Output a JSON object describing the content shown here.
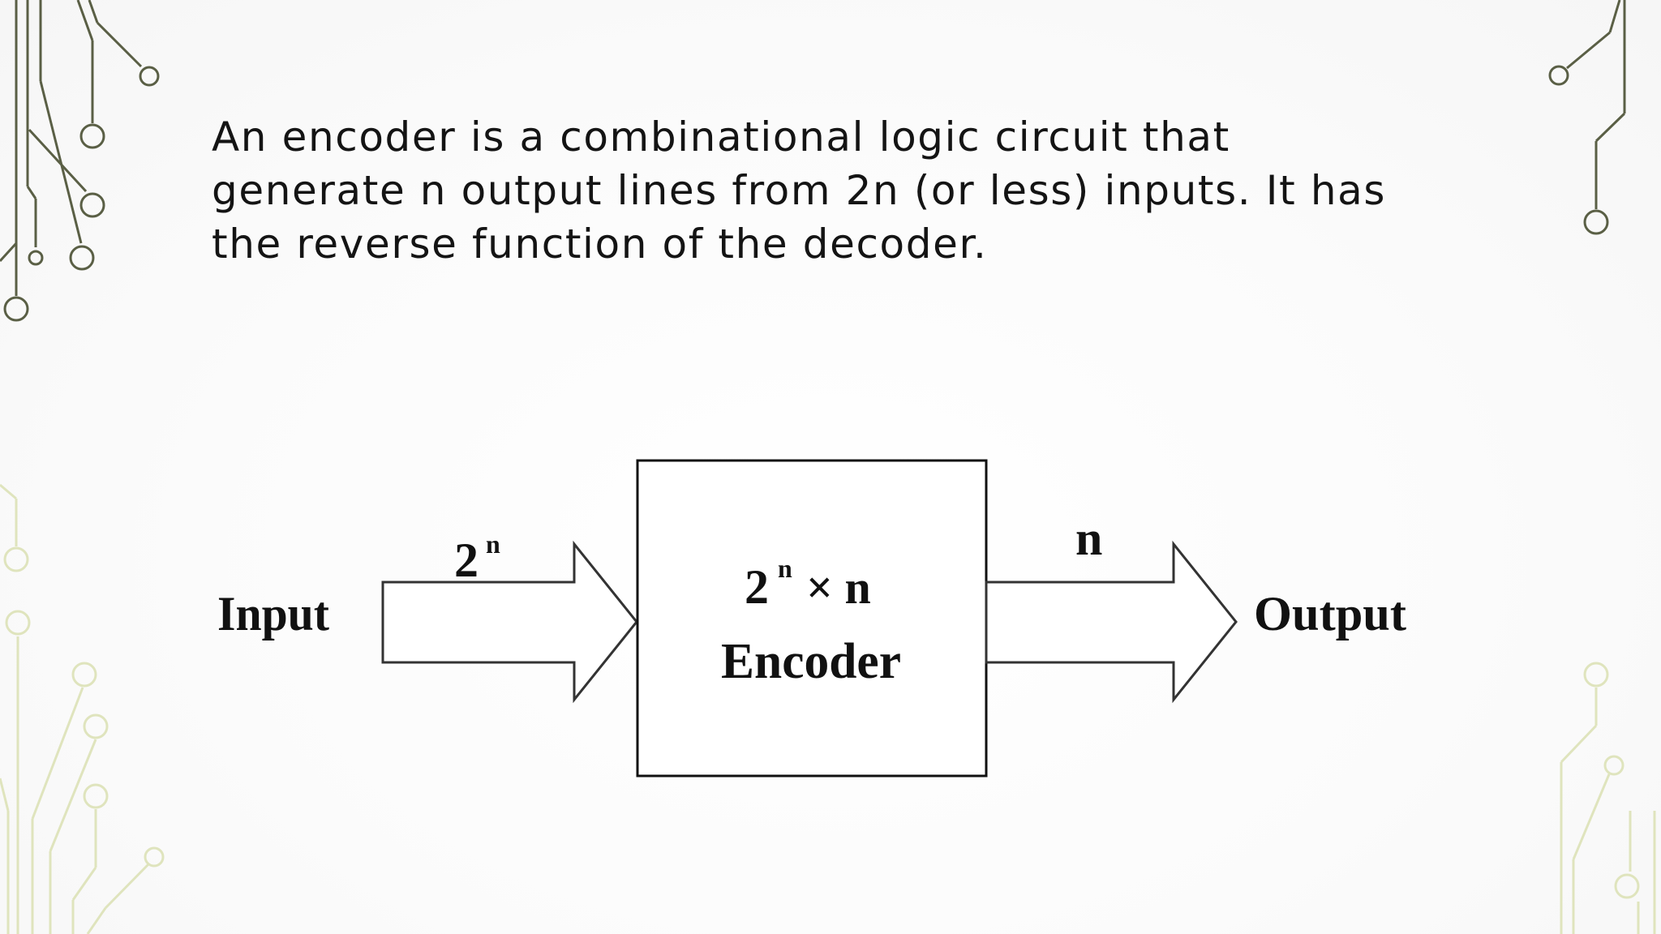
{
  "slide": {
    "body_lines": [
      "An encoder is a combinational logic circuit that",
      "generate n output lines from 2n (or less) inputs. It has",
      "the reverse function of the decoder."
    ]
  },
  "diagram": {
    "input_label": "Input",
    "output_label": "Output",
    "input_width_base": "2",
    "input_width_exp": "n",
    "output_width": "n",
    "block_line1_base": "2",
    "block_line1_exp": "n",
    "block_line1_rest": "× n",
    "block_line2": "Encoder"
  },
  "colors": {
    "circuit_dark": "#5a5f45",
    "circuit_light": "#dfe4bd",
    "text": "#141414"
  },
  "icons": [
    "circuit-trace-icon"
  ]
}
